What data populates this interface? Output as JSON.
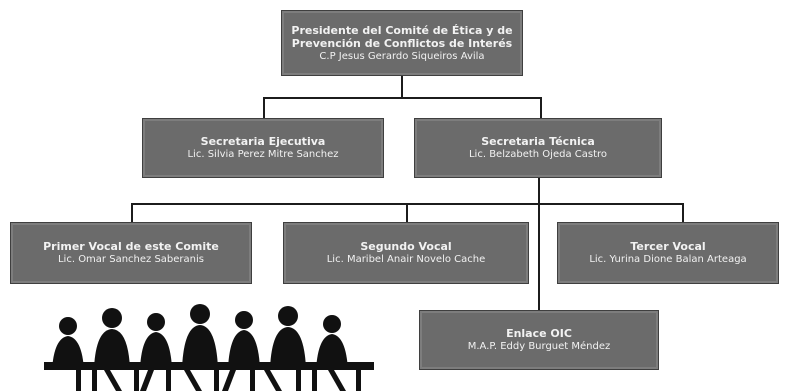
{
  "president": {
    "role": "Presidente del Comité de Ética y de Prevención de Conflictos de Interés",
    "person": "C.P Jesus Gerardo Siqueiros Avila"
  },
  "secretaries": [
    {
      "role": "Secretaria Ejecutiva",
      "person": "Lic. Silvia Perez Mitre Sanchez"
    },
    {
      "role": "Secretaria Técnica",
      "person": "Lic. Belzabeth Ojeda Castro"
    }
  ],
  "vocals": [
    {
      "role": "Primer Vocal de este Comite",
      "person": "Lic. Omar Sanchez Saberanis"
    },
    {
      "role": "Segundo Vocal",
      "person": "Lic. Maribel Anair Novelo Cache"
    },
    {
      "role": "Tercer Vocal",
      "person": "Lic. Yurina Dione Balan Arteaga"
    }
  ],
  "liaison": {
    "role": "Enlace OIC",
    "person": "M.A.P. Eddy Burguet Méndez"
  },
  "colors": {
    "box_fill": "#6b6b6b",
    "box_border": "#3f3f3f",
    "text": "#f2f2f2",
    "connector": "#1c1c1c"
  },
  "illustration": "meeting-silhouette-icon"
}
